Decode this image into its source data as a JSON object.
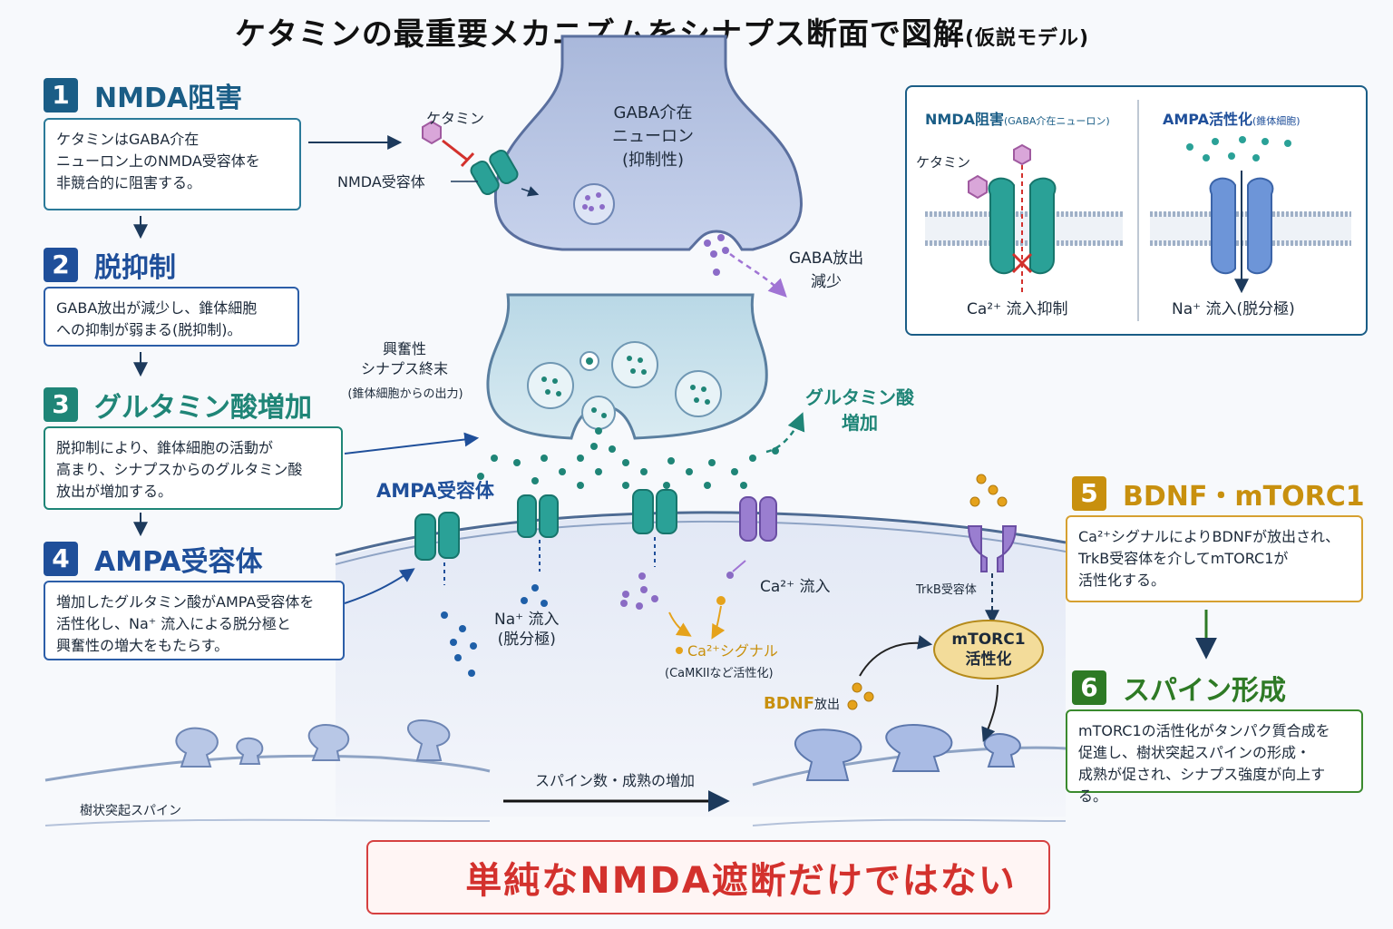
{
  "title": {
    "main": "ケタミンの最重要メカニズムをシナプス断面で図解",
    "sub": "(仮説モデル)"
  },
  "steps": [
    {
      "num": "1",
      "title": "NMDA阻害",
      "body": "ケタミンはGABA介在\nニューロン上のNMDA受容体を\n非競合的に阻害する。"
    },
    {
      "num": "2",
      "title": "脱抑制",
      "body": "GABA放出が減少し、錐体細胞\nへの抑制が弱まる(脱抑制)。"
    },
    {
      "num": "3",
      "title": "グルタミン酸増加",
      "body": "脱抑制により、錐体細胞の活動が\n高まり、シナプスからのグルタミン酸\n放出が増加する。"
    },
    {
      "num": "4",
      "title": "AMPA受容体",
      "body": "増加したグルタミン酸がAMPA受容体を\n活性化し、Na⁺ 流入による脱分極と\n興奮性の増大をもたらす。"
    },
    {
      "num": "5",
      "title": "BDNF・mTORC1",
      "body": "Ca²⁺シグナルによりBDNFが放出され、\nTrkB受容体を介してmTORC1が\n活性化する。"
    },
    {
      "num": "6",
      "title": "スパイン形成",
      "body": "mTORC1の活性化がタンパク質合成を\n促進し、樹状突起スパインの形成・\n成熟が促され、シナプス強度が向上する。"
    }
  ],
  "labels": {
    "ketamine": "ケタミン",
    "nmda_receptor": "NMDA受容体",
    "gaba_neuron": "GABA介在\nニューロン\n(抑制性)",
    "gaba_release": "GABA放出\n減少",
    "excitatory_terminal": "興奮性\nシナプス終末",
    "excitatory_terminal_sub": "(錐体細胞からの出力)",
    "glutamate_increase": "グルタミン酸\n増加",
    "ampa_receptor": "AMPA受容体",
    "na_influx": "Na⁺ 流入\n(脱分極)",
    "ca_influx": "Ca²⁺ 流入",
    "ca_signal": "Ca²⁺シグナル",
    "ca_signal_sub": "(CaMKIIなど活性化)",
    "trkb": "TrkB受容体",
    "mtorc1": "mTORC1\n活性化",
    "bdnf": "BDNF",
    "bdnf_release": "放出",
    "dendritic_spine": "樹状突起スパイン",
    "spine_increase": "スパイン数・成熟の増加"
  },
  "inset": {
    "left_title": "NMDA阻害",
    "left_sub": "(GABA介在ニューロン)",
    "left_ketamine": "ケタミン",
    "left_caption": "Ca²⁺ 流入抑制",
    "right_title": "AMPA活性化",
    "right_sub": "(錐体細胞)",
    "right_caption": "Na⁺ 流入(脱分極)"
  },
  "warning": "単純なNMDA遮断だけではない",
  "colors": {
    "teal": "#2aa197",
    "purple": "#8a6bc4",
    "blue": "#1f5fa8",
    "gold": "#e5a21b",
    "red": "#d3312d"
  }
}
